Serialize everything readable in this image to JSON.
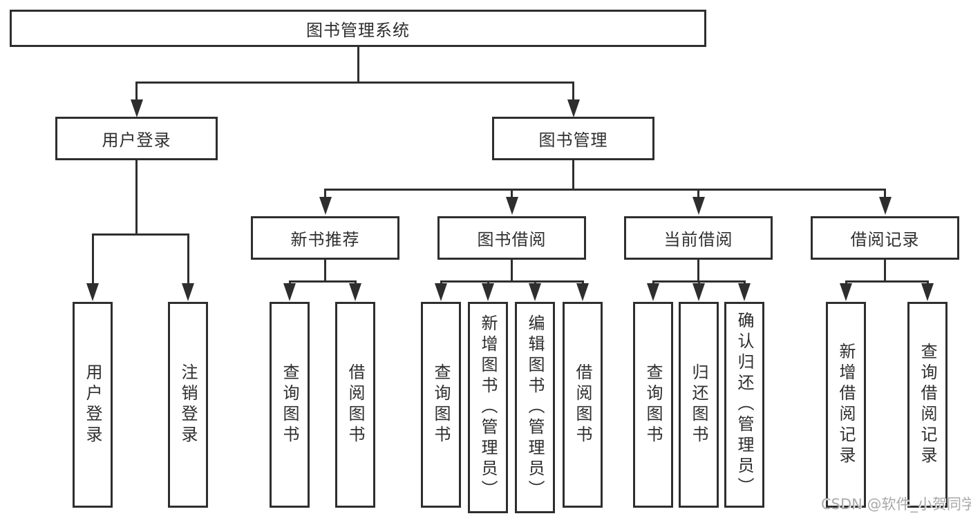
{
  "colors": {
    "line": "#2e2e2e",
    "box_border": "#2e2e2e",
    "text": "#2e2e2e",
    "background": "#ffffff",
    "watermark": "#a9a9a9"
  },
  "watermark": {
    "text": "CSDN @软件_小贺同学"
  },
  "diagram": {
    "root": {
      "label": "图书管理系统"
    },
    "branches": [
      {
        "label": "用户登录",
        "children": [
          {
            "label": "用户登录"
          },
          {
            "label": "注销登录"
          }
        ]
      },
      {
        "label": "图书管理",
        "children": [
          {
            "label": "新书推荐",
            "children": [
              {
                "label": "查询图书"
              },
              {
                "label": "借阅图书"
              }
            ]
          },
          {
            "label": "图书借阅",
            "children": [
              {
                "label": "查询图书"
              },
              {
                "label": "新增图书（管理员）"
              },
              {
                "label": "编辑图书（管理员）"
              },
              {
                "label": "借阅图书"
              }
            ]
          },
          {
            "label": "当前借阅",
            "children": [
              {
                "label": "查询图书"
              },
              {
                "label": "归还图书"
              },
              {
                "label": "确认归还（管理员）"
              }
            ]
          },
          {
            "label": "借阅记录",
            "children": [
              {
                "label": "新增借阅记录"
              },
              {
                "label": "查询借阅记录"
              }
            ]
          }
        ]
      }
    ]
  }
}
